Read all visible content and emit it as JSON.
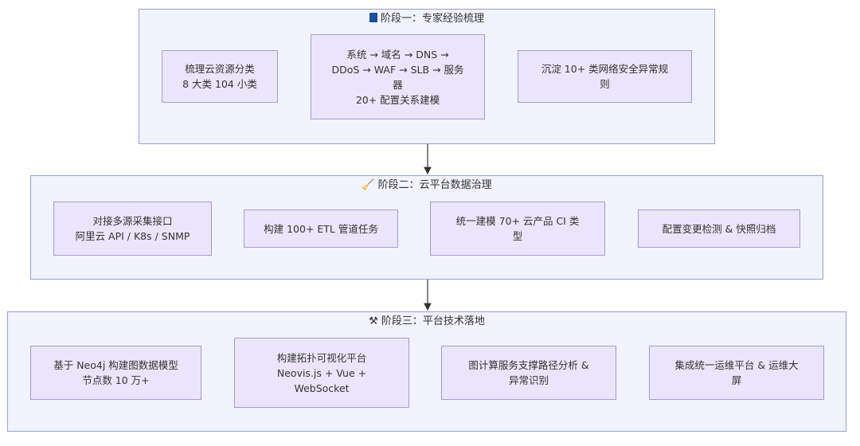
{
  "stages": [
    {
      "title": "阶段一：专家经验梳理",
      "icon": "book-icon",
      "nodes": [
        {
          "lines": [
            "梳理云资源分类",
            "8 大类 104 小类"
          ]
        },
        {
          "lines": [
            "系统 → 域名 → DNS →",
            "DDoS → WAF → SLB → 服务",
            "器",
            "20+ 配置关系建模"
          ]
        },
        {
          "lines": [
            "沉淀 10+ 类网络安全异常规",
            "则"
          ]
        }
      ]
    },
    {
      "title": "阶段二：云平台数据治理",
      "icon": "broom-icon",
      "nodes": [
        {
          "lines": [
            "对接多源采集接口",
            "阿里云 API / K8s / SNMP"
          ]
        },
        {
          "lines": [
            "构建 100+ ETL 管道任务"
          ]
        },
        {
          "lines": [
            "统一建模 70+ 云产品 CI 类",
            "型"
          ]
        },
        {
          "lines": [
            "配置变更检测 & 快照归档"
          ]
        }
      ]
    },
    {
      "title": "阶段三：平台技术落地",
      "icon": "tools-icon",
      "nodes": [
        {
          "lines": [
            "基于 Neo4j 构建图数据模型",
            "节点数 10 万+"
          ]
        },
        {
          "lines": [
            "构建拓扑可视化平台",
            "Neovis.js + Vue +",
            "WebSocket"
          ]
        },
        {
          "lines": [
            "图计算服务支撑路径分析 &",
            "异常识别"
          ]
        },
        {
          "lines": [
            "集成统一运维平台 & 运维大",
            "屏"
          ]
        }
      ]
    }
  ]
}
